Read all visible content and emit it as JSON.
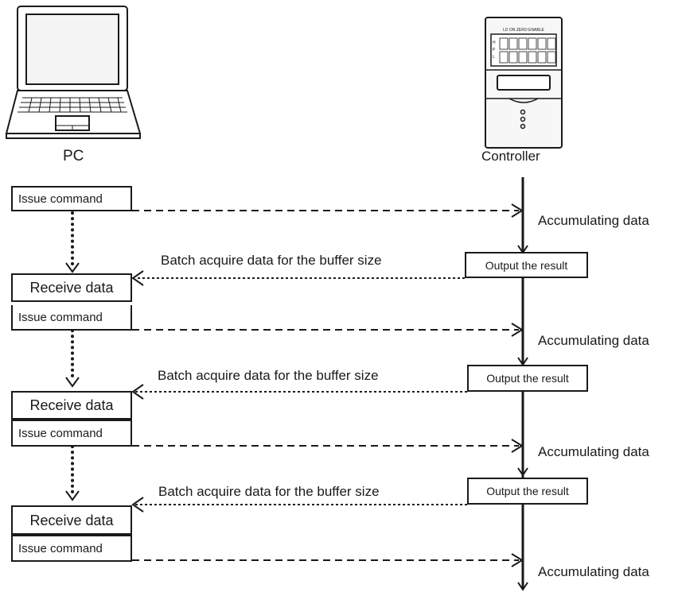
{
  "devices": {
    "pc_label": "PC",
    "controller_label": "Controller",
    "controller_panel": {
      "header": "LD ON ZERO ENABLE",
      "row_indicators": [
        "H",
        "P",
        "L"
      ]
    }
  },
  "pc_steps": [
    {
      "receive": "",
      "command": "Issue command"
    },
    {
      "receive": "Receive data",
      "command": "Issue command"
    },
    {
      "receive": "Receive data",
      "command": "Issue command"
    },
    {
      "receive": "Receive data",
      "command": "Issue command"
    }
  ],
  "controller_steps": [
    {
      "state": "Accumulating data",
      "output": "Output the result"
    },
    {
      "state": "Accumulating data",
      "output": "Output the result"
    },
    {
      "state": "Accumulating data",
      "output": "Output the result"
    },
    {
      "state": "Accumulating data",
      "output": ""
    }
  ],
  "messages": {
    "batch": [
      "Batch acquire data for the buffer size",
      "Batch acquire data for the buffer size",
      "Batch acquire data for the buffer size"
    ]
  },
  "colors": {
    "line": "#1a1a1a",
    "background": "#ffffff"
  }
}
